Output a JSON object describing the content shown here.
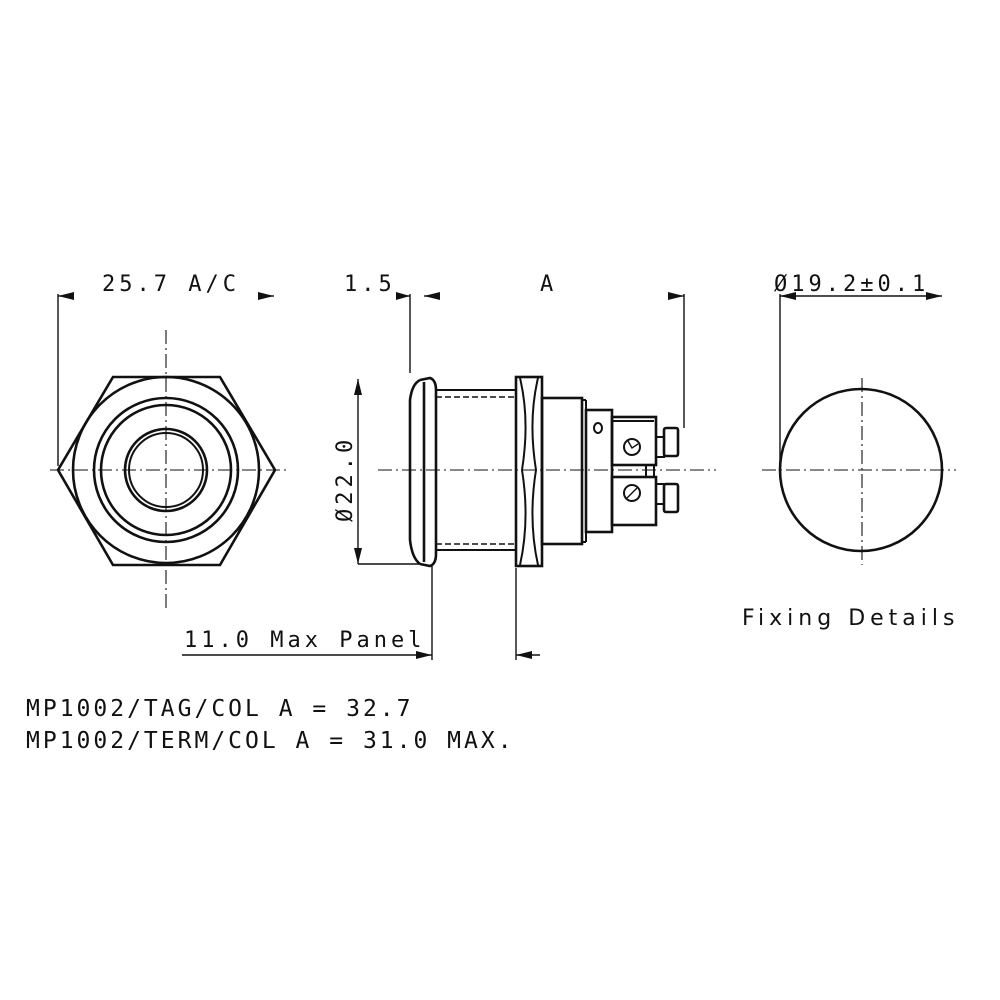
{
  "drawing": {
    "views": {
      "front_view": {
        "dimension_label": "25.7 A/C"
      },
      "side_view": {
        "dimension_bezel": "1.5",
        "dimension_length": "A",
        "dimension_diameter": "Ø22.0",
        "dimension_panel": "11.0 Max Panel"
      },
      "fixing_view": {
        "dimension_hole": "Ø19.2±0.1",
        "caption": "Fixing Details"
      }
    },
    "notes": [
      {
        "text": "MP1002/TAG/COL A = 32.7"
      },
      {
        "text": "MP1002/TERM/COL A = 31.0 MAX."
      }
    ],
    "colors": {
      "line": "#111111",
      "background": "#ffffff"
    }
  }
}
